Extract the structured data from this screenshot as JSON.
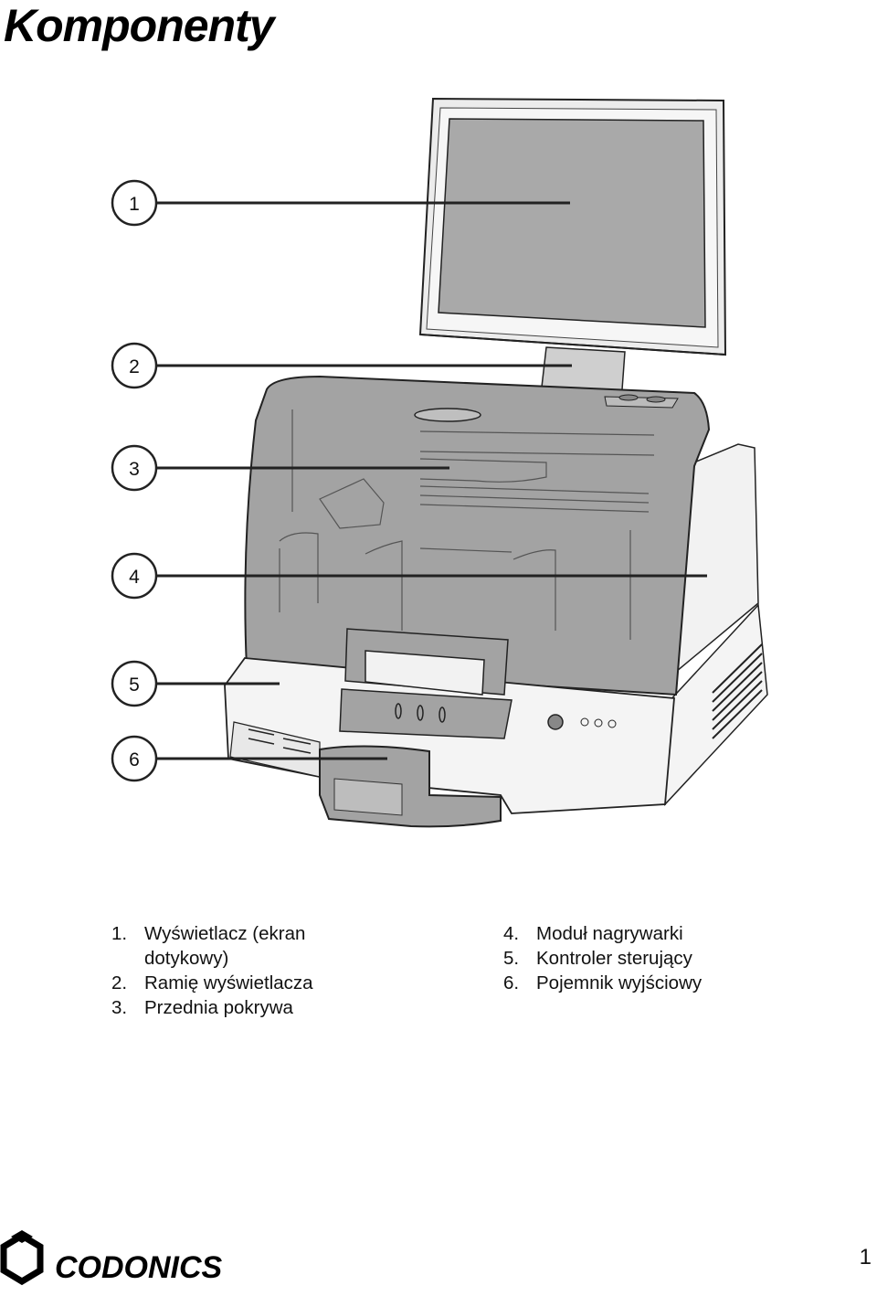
{
  "page": {
    "title": "Komponenty",
    "page_number": "1"
  },
  "callouts": [
    "1",
    "2",
    "3",
    "4",
    "5",
    "6"
  ],
  "legend": {
    "left": [
      {
        "num": "1.",
        "text": "Wyświetlacz (ekran dotykowy)"
      },
      {
        "num": "2.",
        "text": "Ramię wyświetlacza"
      },
      {
        "num": "3.",
        "text": "Przednia pokrywa"
      }
    ],
    "right": [
      {
        "num": "4.",
        "text": "Moduł nagrywarki"
      },
      {
        "num": "5.",
        "text": "Kontroler sterujący"
      },
      {
        "num": "6.",
        "text": "Pojemnik wyjściowy"
      }
    ]
  },
  "footer": {
    "brand": "CODONICS"
  },
  "colors": {
    "device_gray": "#a3a3a3",
    "screen_gray": "#a9a9a9",
    "body_white": "#f4f4f4",
    "line": "#222222"
  }
}
